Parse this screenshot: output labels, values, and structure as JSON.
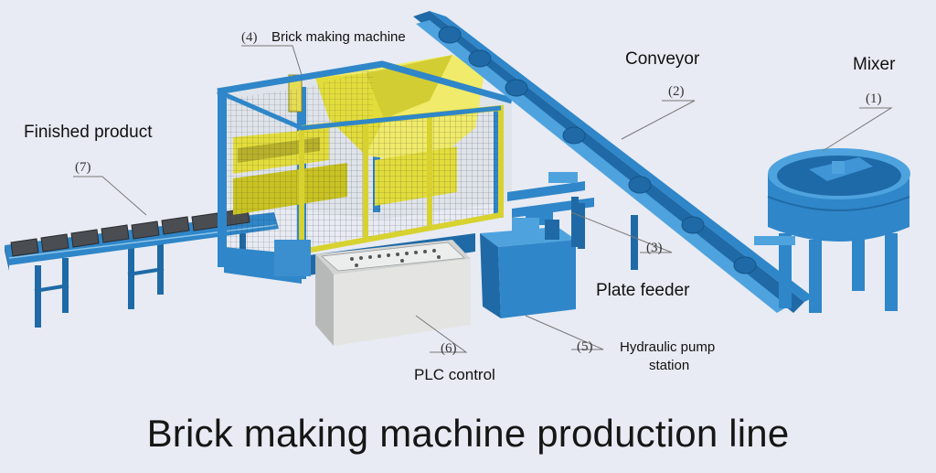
{
  "title": "Brick making machine production line",
  "components": [
    {
      "number": "(1)",
      "name": "Mixer"
    },
    {
      "number": "(2)",
      "name": "Conveyor"
    },
    {
      "number": "(3)",
      "name": "Plate feeder"
    },
    {
      "number": "(4)",
      "name": "Brick making machine"
    },
    {
      "number": "(5)",
      "name": "Hydraulic pump",
      "name_line2": "station"
    },
    {
      "number": "(6)",
      "name": "PLC control"
    },
    {
      "number": "(7)",
      "name": "Finished product"
    }
  ],
  "colors": {
    "background": "#e8ebf3",
    "frame_blue": "#2f86c9",
    "hopper_yellow": "#e3dd3c",
    "cabinet_gray": "#e4e4e2"
  }
}
